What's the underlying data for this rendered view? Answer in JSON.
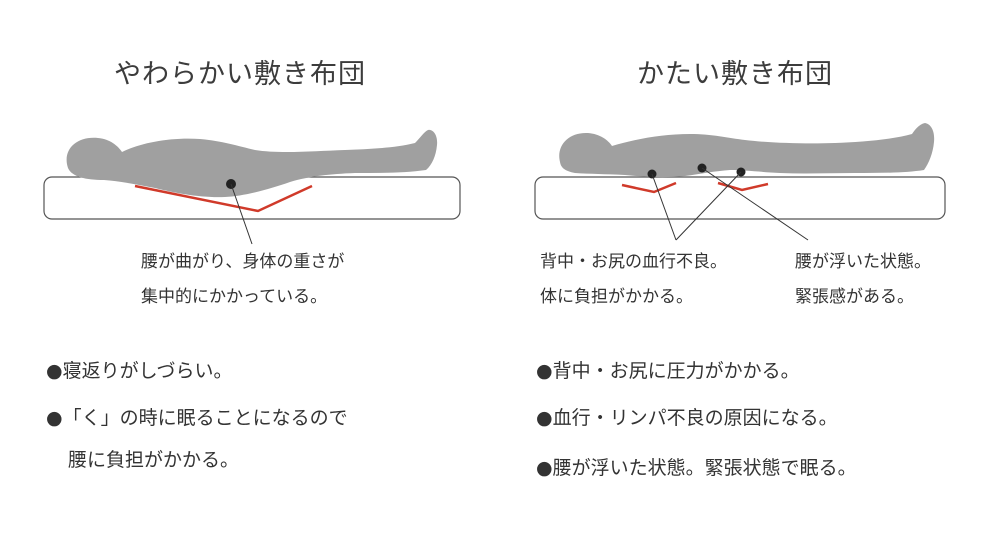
{
  "colors": {
    "figure": "#a0a0a0",
    "mattress_border": "#555555",
    "curve": "#d03a2a",
    "pointer": "#333333",
    "text": "#333333"
  },
  "left_panel": {
    "title": "やわらかい敷き布団",
    "annotation": {
      "line1": "腰が曲がり、身体の重さが",
      "line2": "集中的にかかっている。"
    },
    "bullets": [
      {
        "line1": "●寝返りがしづらい。"
      },
      {
        "line1": "●「く」の時に眠ることになるので",
        "line2": "腰に負担がかかる。"
      }
    ]
  },
  "right_panel": {
    "title": "かたい敷き布団",
    "annotation_a": {
      "line1": "背中・お尻の血行不良。",
      "line2": "体に負担がかかる。"
    },
    "annotation_b": {
      "line1": "腰が浮いた状態。",
      "line2": "緊張感がある。"
    },
    "bullets": [
      {
        "line1": "●背中・お尻に圧力がかかる。"
      },
      {
        "line1": "●血行・リンパ不良の原因になる。"
      },
      {
        "line1": "●腰が浮いた状態。緊張状態で眠る。"
      }
    ]
  }
}
